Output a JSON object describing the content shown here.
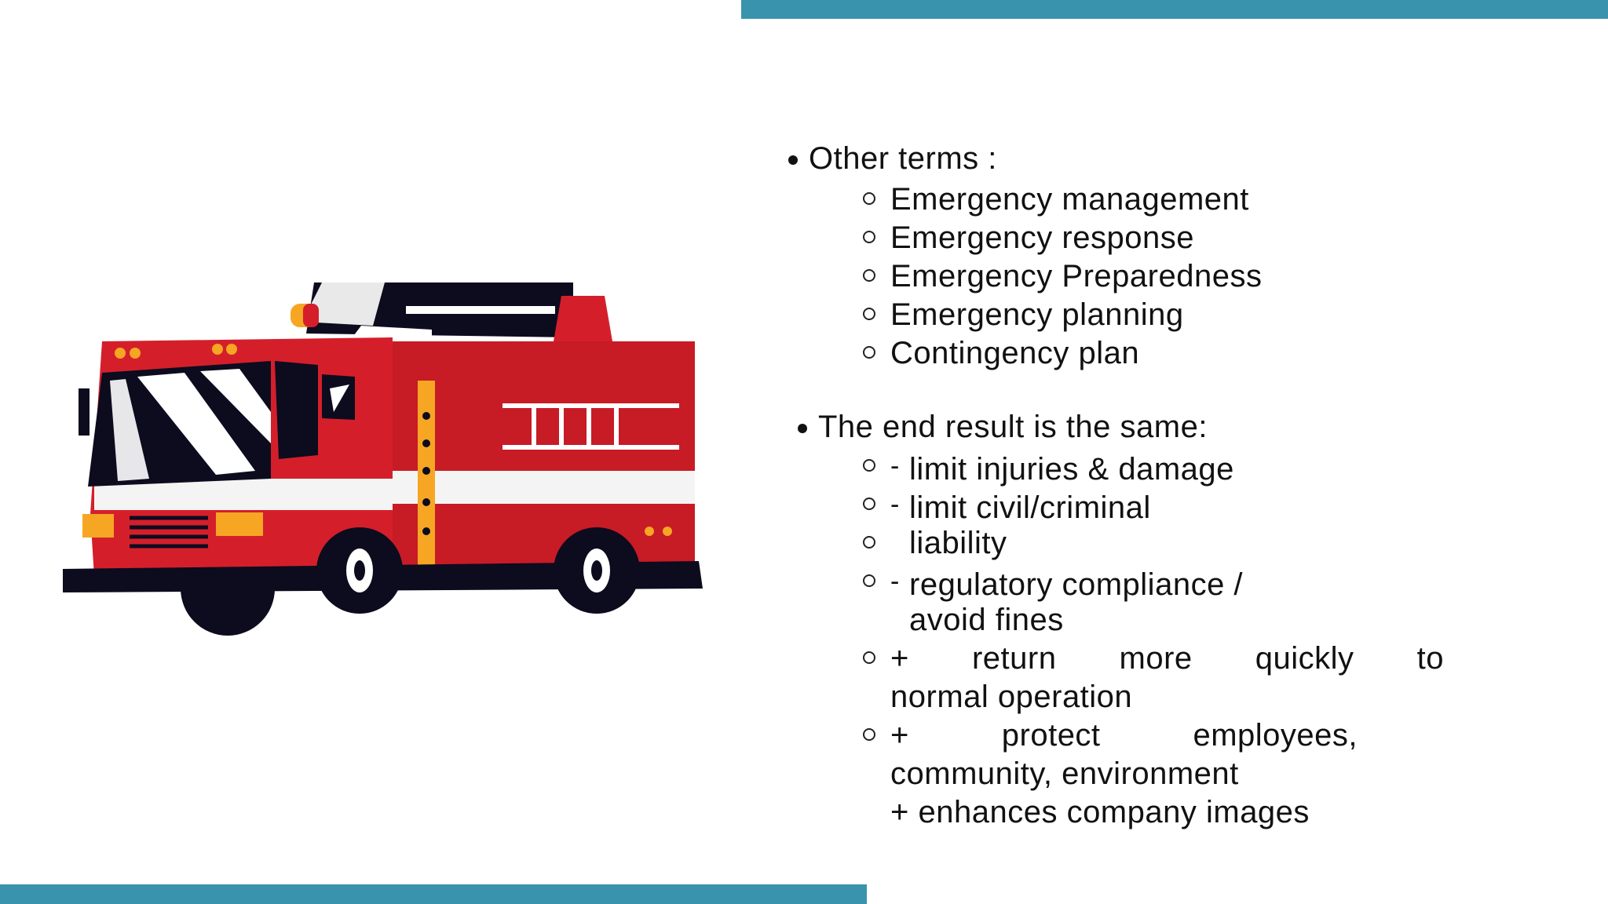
{
  "bullets": {
    "other_terms": {
      "label": "Other terms :",
      "items": [
        "Emergency management",
        "Emergency response",
        "Emergency Preparedness",
        "Emergency planning",
        "Contingency plan"
      ]
    },
    "end_result": {
      "label": "The end result is the same:",
      "dash": "-",
      "items": [
        "limit injuries & damage",
        "limit civil/criminal",
        "liability",
        "regulatory compliance /",
        "avoid fines"
      ],
      "return_line1": "+ return more quickly to",
      "return_line2": "normal operation",
      "protect_line1": "+ protect employees,",
      "protect_line2": "community, environment",
      "enhance_line": "+ enhances company images"
    }
  },
  "colors": {
    "accent_bar": "#3a93ad",
    "truck_red": "#d41f2b",
    "truck_dark": "#0d0b1e",
    "truck_yellow": "#f6a623"
  },
  "icons": {
    "illustration": "fire-truck-icon"
  }
}
